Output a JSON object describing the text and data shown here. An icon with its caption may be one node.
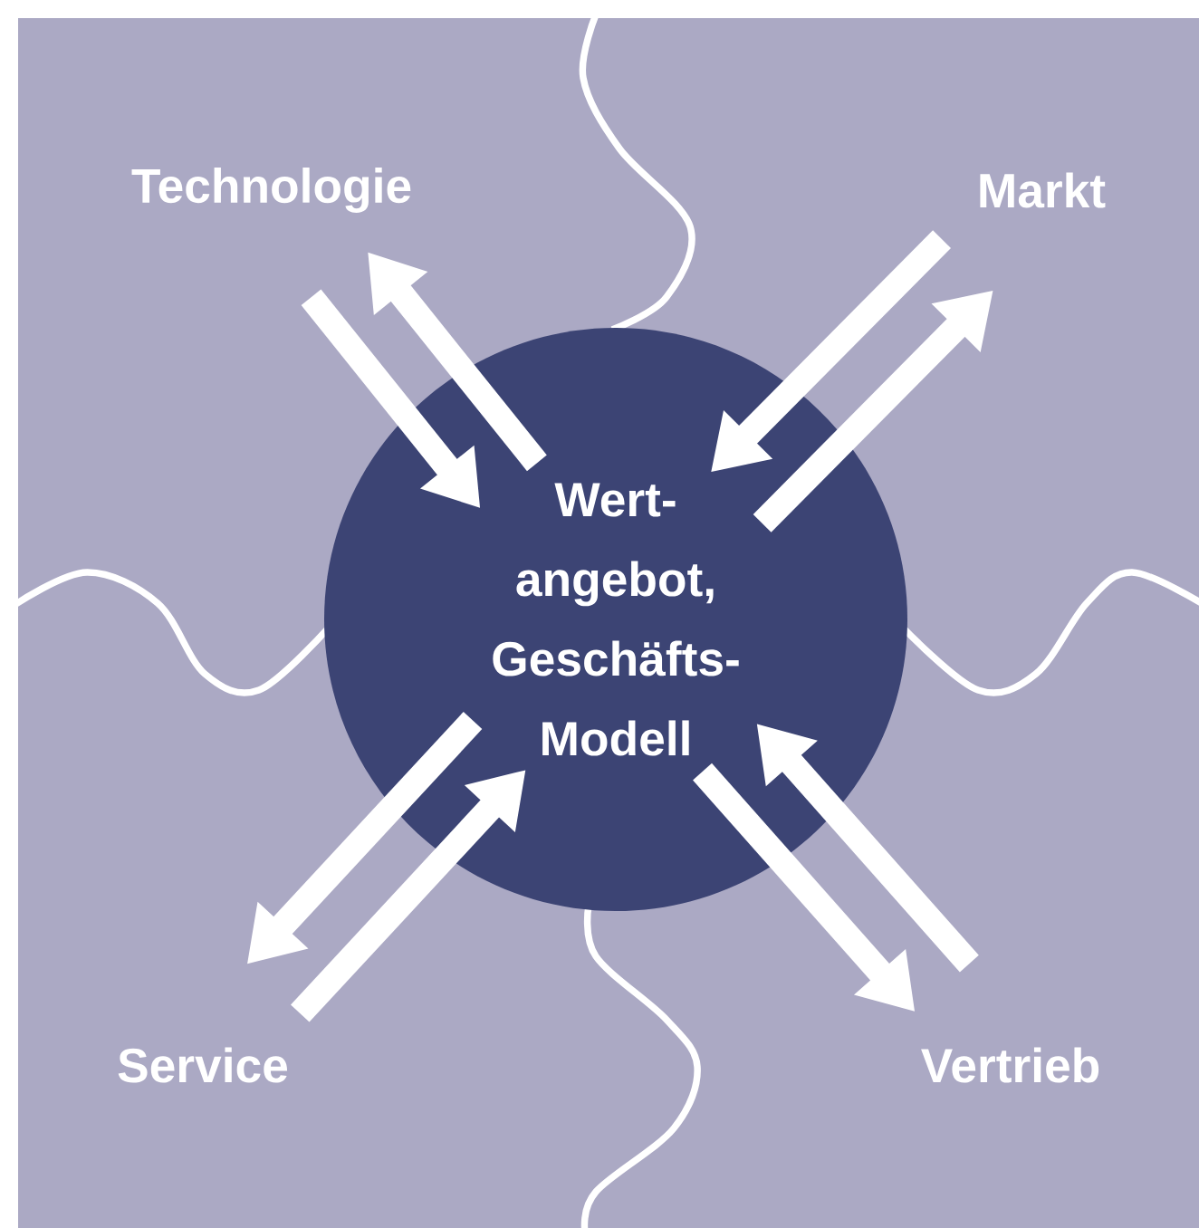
{
  "diagram": {
    "nodes": [
      {
        "text": [
          "Wert- angebot, Geschäfts- Modell"
        ]
      },
      {
        "text": [
          "Technologie"
        ]
      },
      {
        "text": [
          "Markt"
        ]
      },
      {
        "text": [
          "Service"
        ]
      },
      {
        "text": [
          "Vertrieb"
        ]
      }
    ],
    "edges": [
      {
        "from": 1,
        "to": 0,
        "arrow": "to"
      },
      {
        "from": 0,
        "to": 1,
        "arrow": "to"
      },
      {
        "from": 2,
        "to": 0,
        "arrow": "to"
      },
      {
        "from": 0,
        "to": 2,
        "arrow": "to"
      },
      {
        "from": 3,
        "to": 0,
        "arrow": "to"
      },
      {
        "from": 0,
        "to": 3,
        "arrow": "to"
      },
      {
        "from": 4,
        "to": 0,
        "arrow": "to"
      },
      {
        "from": 0,
        "to": 4,
        "arrow": "to"
      }
    ]
  }
}
